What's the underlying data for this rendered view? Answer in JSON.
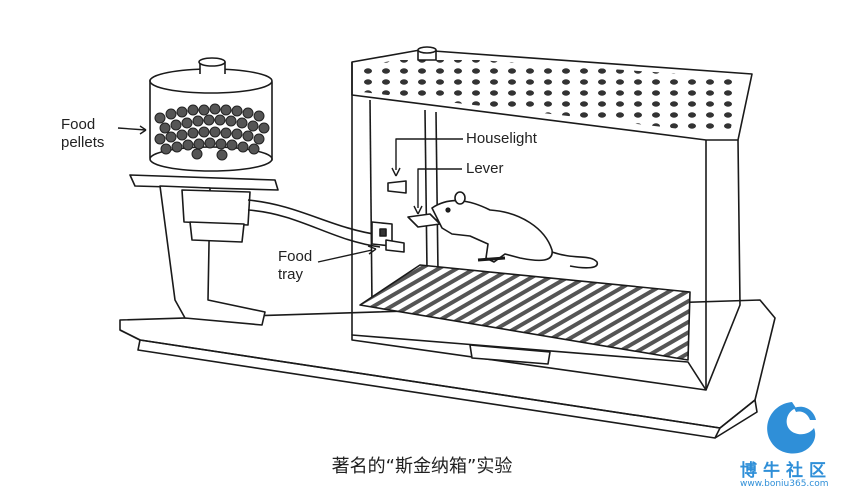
{
  "labels": {
    "food_pellets": [
      "Food",
      "pellets"
    ],
    "houselight": "Houselight",
    "lever": "Lever",
    "food_tray": [
      "Food",
      "tray"
    ]
  },
  "caption": "著名的“斯金纳箱”实验",
  "watermark": {
    "text": "博牛社区",
    "url": "www.boniu365.com"
  },
  "colors": {
    "line": "#1a1a1a",
    "grid": "#6a6a6a",
    "watermark": "#2f8fd8"
  }
}
